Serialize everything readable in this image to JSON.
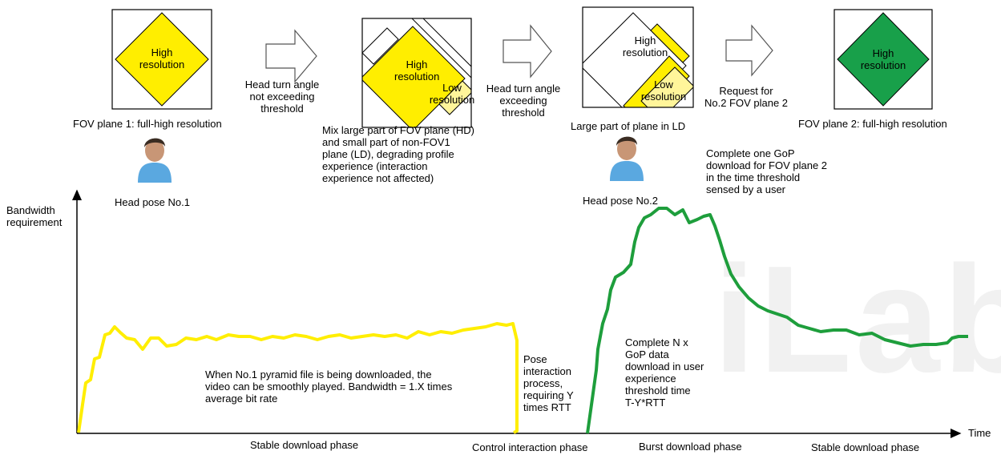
{
  "watermark": "iLab",
  "stage1": {
    "diamond": "High\nresolution",
    "caption": "FOV plane 1: full-high resolution"
  },
  "arrow1": "Head turn angle\nnot exceeding\nthreshold",
  "stage2": {
    "high": "High\nresolution",
    "low": "Low\nresolution",
    "caption": "Mix large part of FOV plane (HD)\nand small part of non-FOV1\nplane (LD), degrading profile\nexperience (interaction\nexperience not affected)"
  },
  "arrow2": "Head turn angle\nexceeding\nthreshold",
  "stage3": {
    "high": "High\nresolution",
    "low": "Low\nresolution",
    "caption": "Large part of plane in LD"
  },
  "arrow3": "Request for\nNo.2 FOV plane 2",
  "stage4": {
    "diamond": "High\nresolution",
    "caption": "FOV plane 2: full-high resolution"
  },
  "head_pose_1": "Head pose No.1",
  "head_pose_2": "Head pose No.2",
  "gop_note": "Complete one GoP\ndownload for FOV plane 2\nin the time threshold\nsensed by a user",
  "y_axis_label": "Bandwidth\nrequirement",
  "x_axis_label": "Time",
  "note_stable": "When No.1 pyramid file is being downloaded, the\nvideo can be smoothly played. Bandwidth = 1.X times\naverage bit rate",
  "note_pose": "Pose\ninteraction\nprocess,\nrequiring Y\ntimes RTT",
  "note_burst": "Complete N x\nGoP data\ndownload in user\nexperience\nthreshold time\nT-Y*RTT",
  "phases": [
    "Stable download phase",
    "Control interaction phase",
    "Burst download phase",
    "Stable download phase"
  ],
  "colors": {
    "yellow": "#ffee00",
    "green": "#1e9e3c",
    "diamond_green": "#18a04a",
    "light_yellow": "#fff59a"
  }
}
